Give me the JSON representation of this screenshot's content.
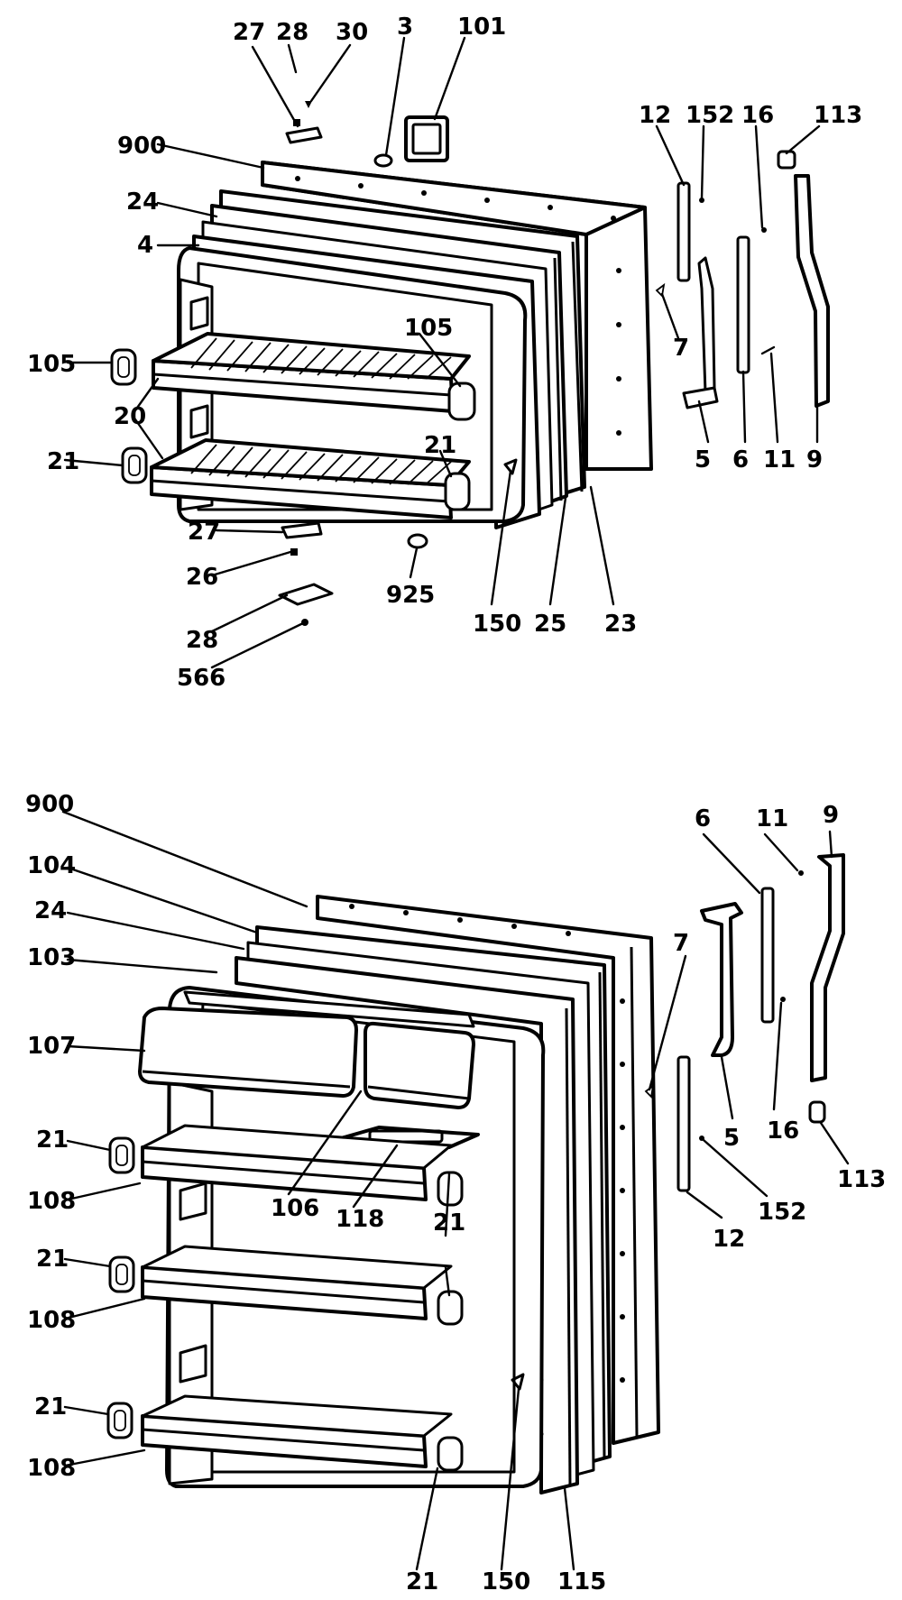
{
  "upper_assembly": {
    "labels": {
      "c27": "27",
      "c28": "28",
      "c30": "30",
      "c3": "3",
      "c101": "101",
      "c900": "900",
      "c24": "24",
      "c4": "4",
      "c105a": "105",
      "c105b": "105",
      "c20": "20",
      "c21a": "21",
      "c21b": "21",
      "c27b": "27",
      "c26": "26",
      "c28b": "28",
      "c566": "566",
      "c925": "925",
      "c150": "150",
      "c25": "25",
      "c23": "23",
      "c12": "12",
      "c152": "152",
      "c16": "16",
      "c113": "113",
      "c7": "7",
      "c5": "5",
      "c6": "6",
      "c11": "11",
      "c9": "9"
    }
  },
  "lower_assembly": {
    "labels": {
      "c900": "900",
      "c104": "104",
      "c24": "24",
      "c103": "103",
      "c107": "107",
      "c21a": "21",
      "c108a": "108",
      "c21b": "21",
      "c108b": "108",
      "c21c": "21",
      "c108c": "108",
      "c106": "106",
      "c118": "118",
      "c21d": "21",
      "c21e": "21",
      "c150": "150",
      "c115": "115",
      "c6": "6",
      "c11": "11",
      "c9": "9",
      "c7": "7",
      "c5": "5",
      "c16": "16",
      "c113": "113",
      "c152": "152",
      "c12": "12"
    }
  }
}
